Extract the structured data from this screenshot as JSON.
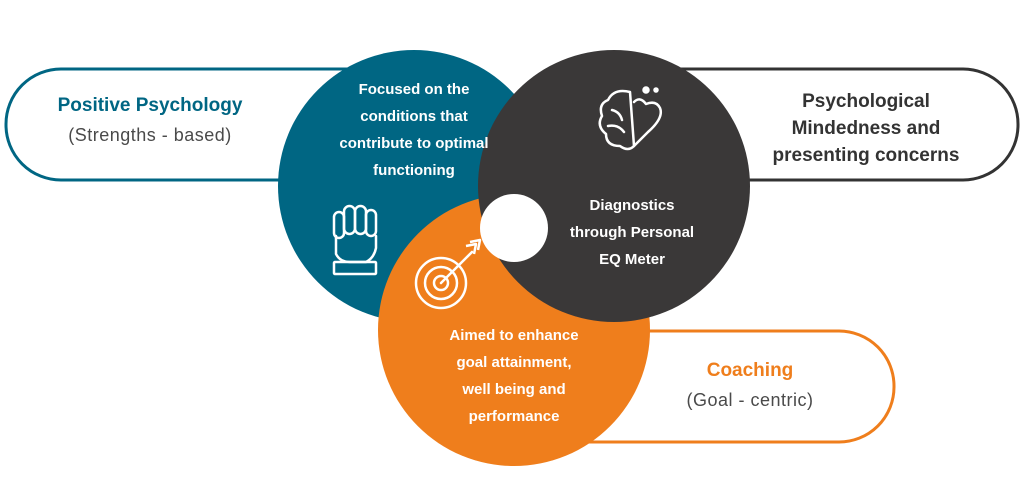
{
  "colors": {
    "teal": "#006683",
    "dark": "#3a3838",
    "orange": "#ef7e1c",
    "pill_border_dark": "#333333",
    "text_dark": "#333333"
  },
  "positive_psychology": {
    "title": "Positive Psychology",
    "subtitle": "(Strengths - based)",
    "circle_lines": [
      "Focused on the",
      "conditions that",
      "contribute to optimal",
      "functioning"
    ],
    "icon": "raised-fist-icon"
  },
  "psychological_mindedness": {
    "title_lines": [
      "Psychological",
      "Mindedness and",
      "presenting concerns"
    ],
    "circle_lines": [
      "Diagnostics",
      "through Personal",
      "EQ Meter"
    ],
    "icon": "brain-heart-icon"
  },
  "coaching": {
    "title": "Coaching",
    "subtitle": "(Goal - centric)",
    "circle_lines": [
      "Aimed to enhance",
      "goal attainment,",
      "well being and",
      "performance"
    ],
    "icon": "target-arrow-icon"
  }
}
